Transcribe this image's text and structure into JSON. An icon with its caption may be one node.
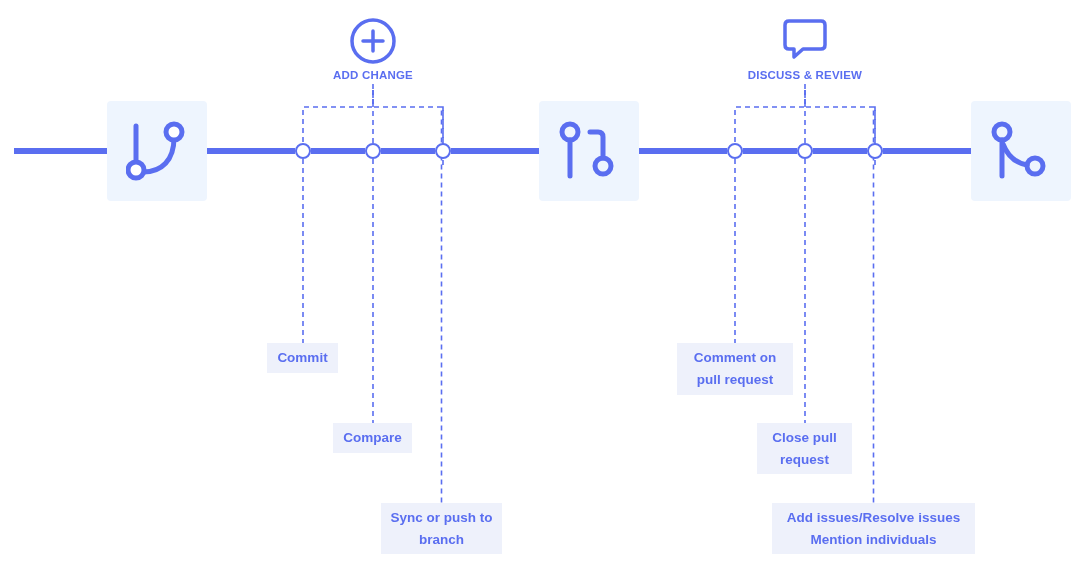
{
  "diagram": {
    "nodes": [
      {
        "text": [
          "ADD CHANGE"
        ]
      },
      {
        "text": [
          "DISCUSS & REVIEW"
        ]
      },
      {
        "text": [],
        "shape": "picture"
      },
      {
        "text": [],
        "shape": "circle"
      },
      {
        "text": [],
        "shape": "circle"
      },
      {
        "text": [],
        "shape": "circle"
      },
      {
        "text": [],
        "shape": "picture"
      },
      {
        "text": [],
        "shape": "circle"
      },
      {
        "text": [],
        "shape": "circle"
      },
      {
        "text": [],
        "shape": "circle"
      },
      {
        "text": [],
        "shape": "picture"
      },
      {
        "text": [
          "Commit"
        ]
      },
      {
        "text": [
          "Compare"
        ]
      },
      {
        "text": [
          "Sync or push to branch"
        ]
      },
      {
        "text": [
          "Comment on pull request"
        ]
      },
      {
        "text": [
          "Close pull request"
        ]
      },
      {
        "text": [
          "Add issues/Resolve issues",
          "Mention individuals"
        ]
      }
    ],
    "edges": [
      {
        "from": null,
        "to": 2,
        "arrow": "none",
        "style": "thick"
      },
      {
        "from": 2,
        "to": 3,
        "arrow": "none",
        "style": "thick"
      },
      {
        "from": 3,
        "to": 4,
        "arrow": "none",
        "style": "thick"
      },
      {
        "from": 4,
        "to": 5,
        "arrow": "none",
        "style": "thick"
      },
      {
        "from": 5,
        "to": 6,
        "arrow": "none",
        "style": "thick"
      },
      {
        "from": 6,
        "to": 7,
        "arrow": "none",
        "style": "thick"
      },
      {
        "from": 7,
        "to": 8,
        "arrow": "none",
        "style": "thick"
      },
      {
        "from": 8,
        "to": 9,
        "arrow": "none",
        "style": "thick"
      },
      {
        "from": 9,
        "to": 10,
        "arrow": "none",
        "style": "thick"
      },
      {
        "from": 0,
        "to": 3,
        "arrow": "none",
        "style": "dashed"
      },
      {
        "from": 0,
        "to": 4,
        "arrow": "none",
        "style": "dashed"
      },
      {
        "from": 0,
        "to": 5,
        "arrow": "none",
        "style": "dashed"
      },
      {
        "from": 1,
        "to": 7,
        "arrow": "none",
        "style": "dashed"
      },
      {
        "from": 1,
        "to": 8,
        "arrow": "none",
        "style": "dashed"
      },
      {
        "from": 1,
        "to": 9,
        "arrow": "none",
        "style": "dashed"
      },
      {
        "from": 3,
        "to": 11,
        "arrow": "none",
        "style": "dashed"
      },
      {
        "from": 4,
        "to": 12,
        "arrow": "none",
        "style": "dashed"
      },
      {
        "from": 5,
        "to": 13,
        "arrow": "none",
        "style": "dashed"
      },
      {
        "from": 7,
        "to": 14,
        "arrow": "none",
        "style": "dashed"
      },
      {
        "from": 8,
        "to": 15,
        "arrow": "none",
        "style": "dashed"
      },
      {
        "from": 9,
        "to": 16,
        "arrow": "none",
        "style": "dashed"
      }
    ]
  }
}
